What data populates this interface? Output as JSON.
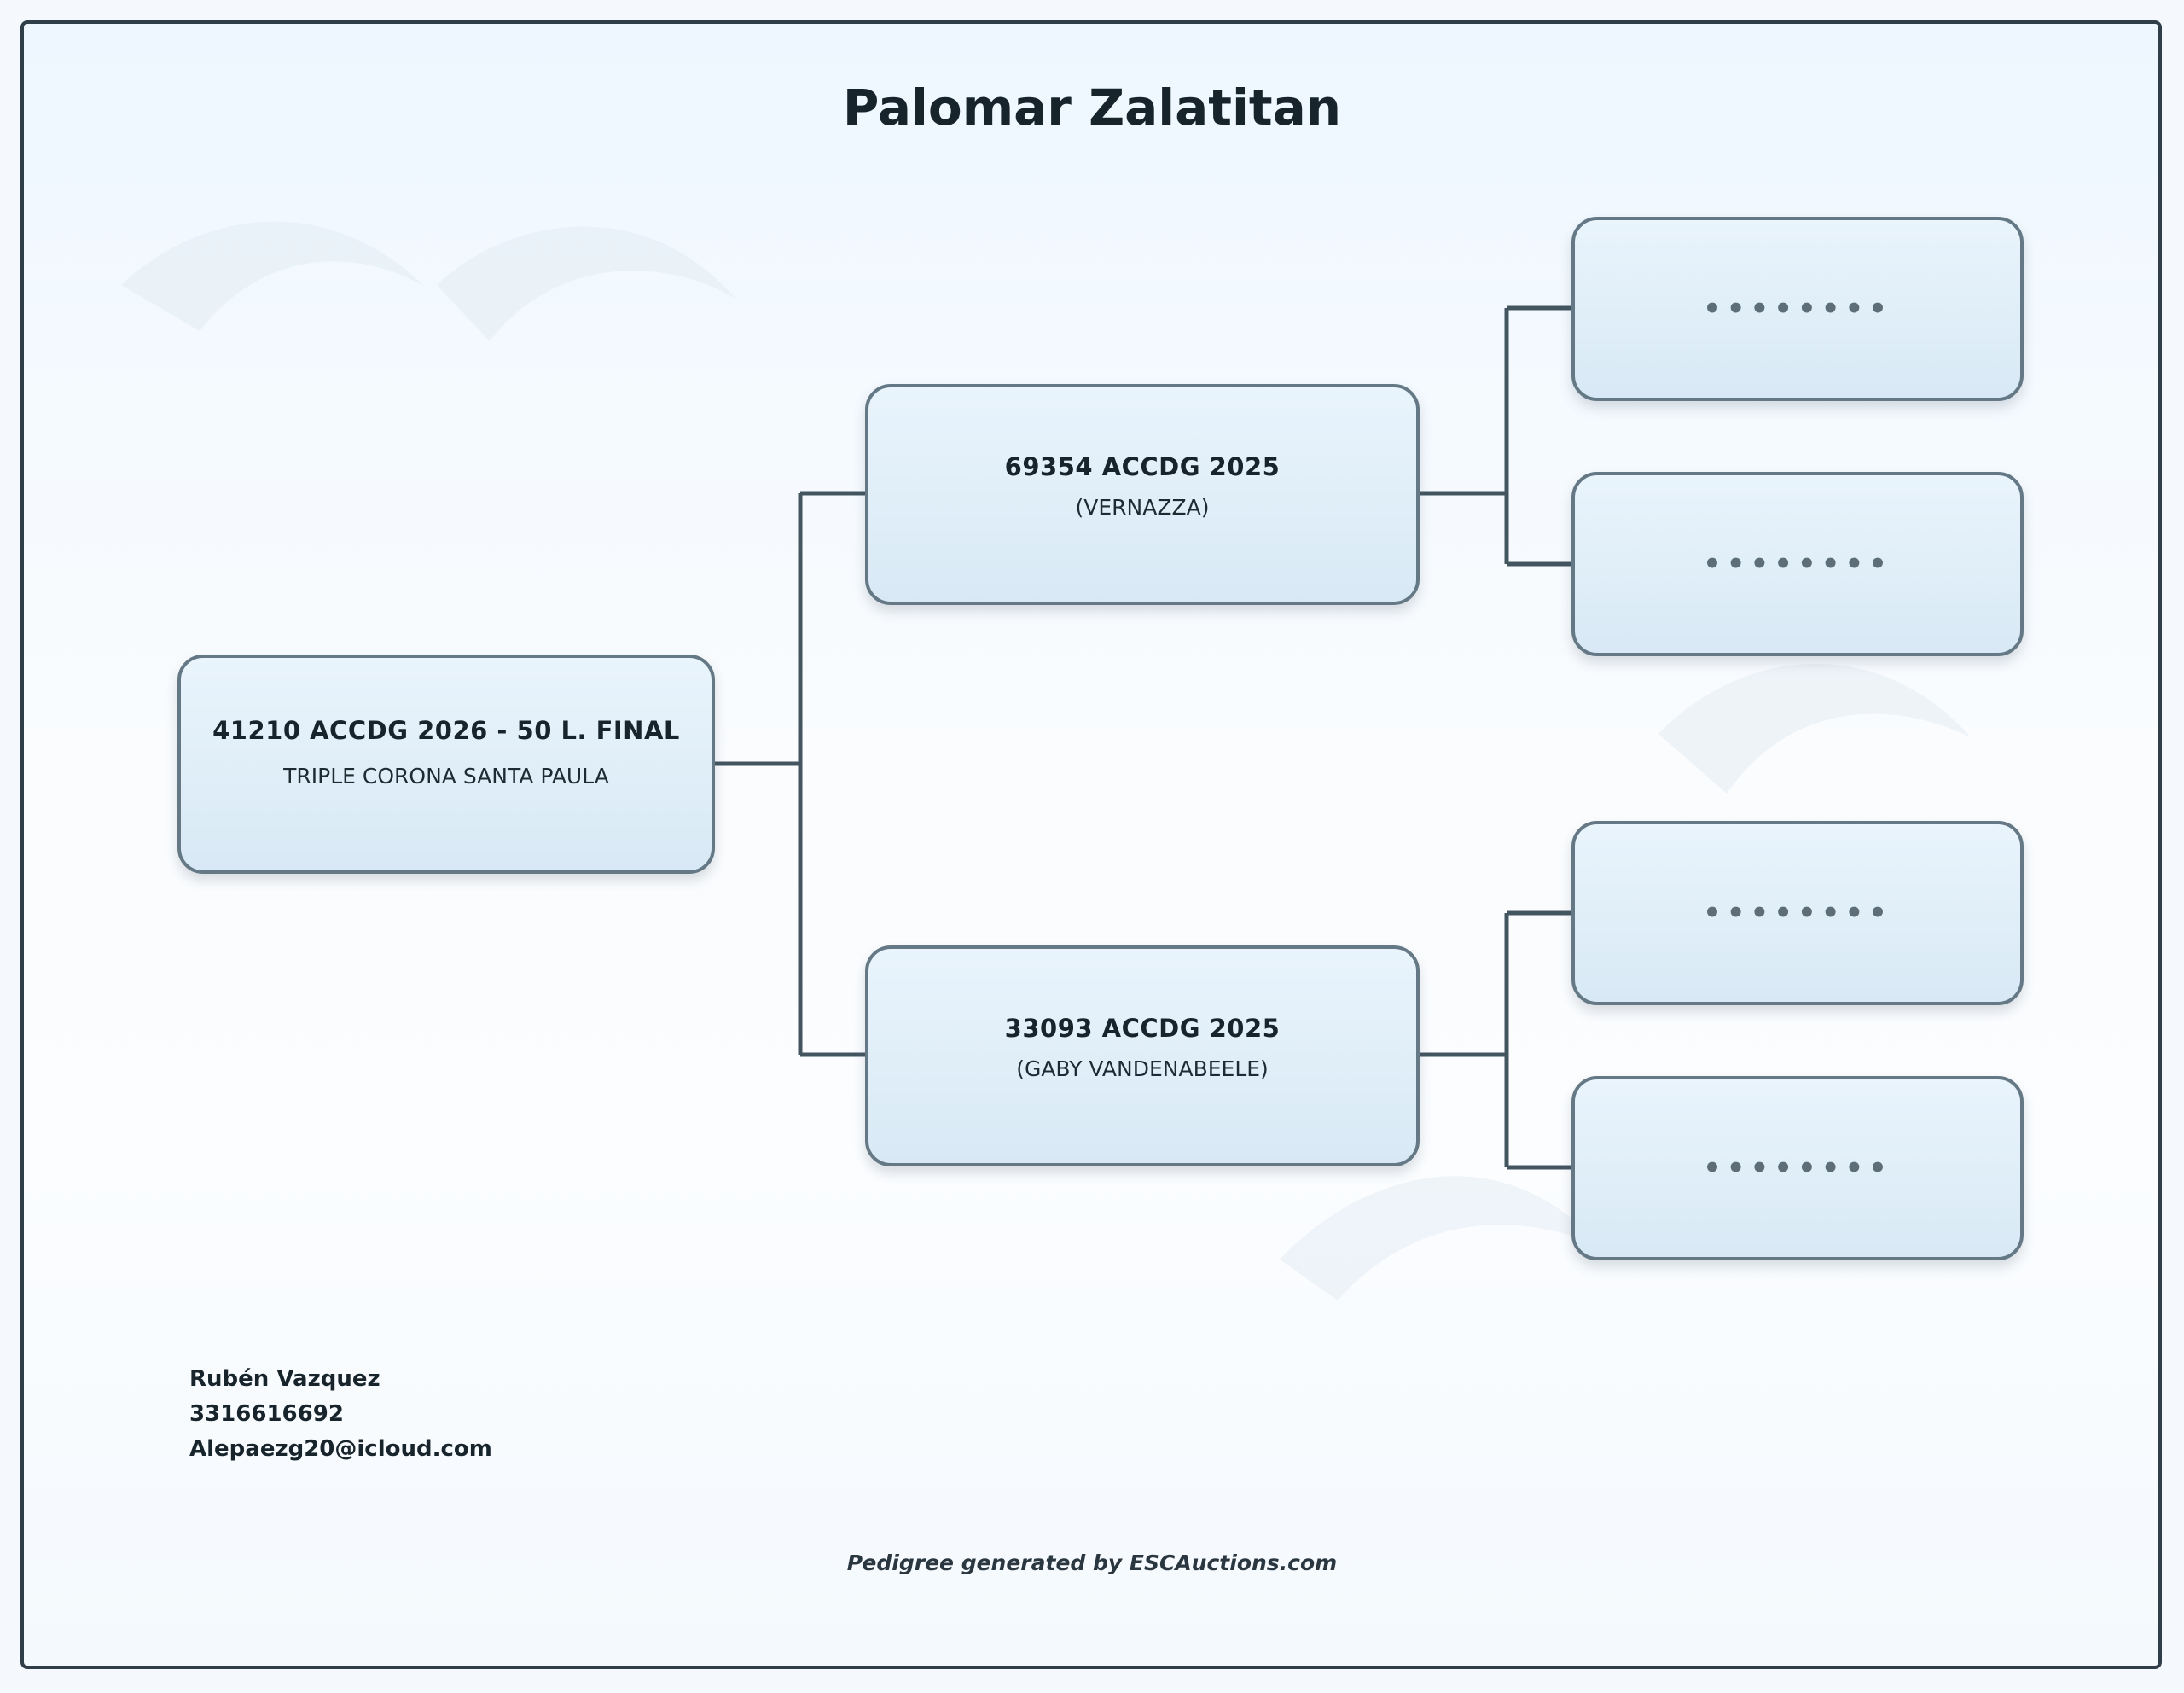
{
  "title": "Palomar Zalatitan",
  "pedigree": {
    "subject": {
      "id": "41210 ACCDG 2026 - 50 L. FINAL",
      "name": "TRIPLE CORONA SANTA PAULA"
    },
    "sire": {
      "id": "69354 ACCDG 2025",
      "name": "(VERNAZZA)"
    },
    "dam": {
      "id": "33093 ACCDG 2025",
      "name": "(GABY VANDENABEELE)"
    },
    "sire_sire": {
      "placeholder": "••••••••"
    },
    "sire_dam": {
      "placeholder": "••••••••"
    },
    "dam_sire": {
      "placeholder": "••••••••"
    },
    "dam_dam": {
      "placeholder": "••••••••"
    }
  },
  "owner": {
    "name": "Rubén Vazquez",
    "phone": "3316616692",
    "email": "Alepaezg20@icloud.com"
  },
  "footer": "Pedigree generated by ESCAuctions.com",
  "colors": {
    "border": "#2f3e48",
    "node_border": "#647985",
    "node_fill_top": "#e9f4fc",
    "node_fill_bottom": "#d8e9f5",
    "connector": "#435660",
    "text": "#17242c"
  }
}
